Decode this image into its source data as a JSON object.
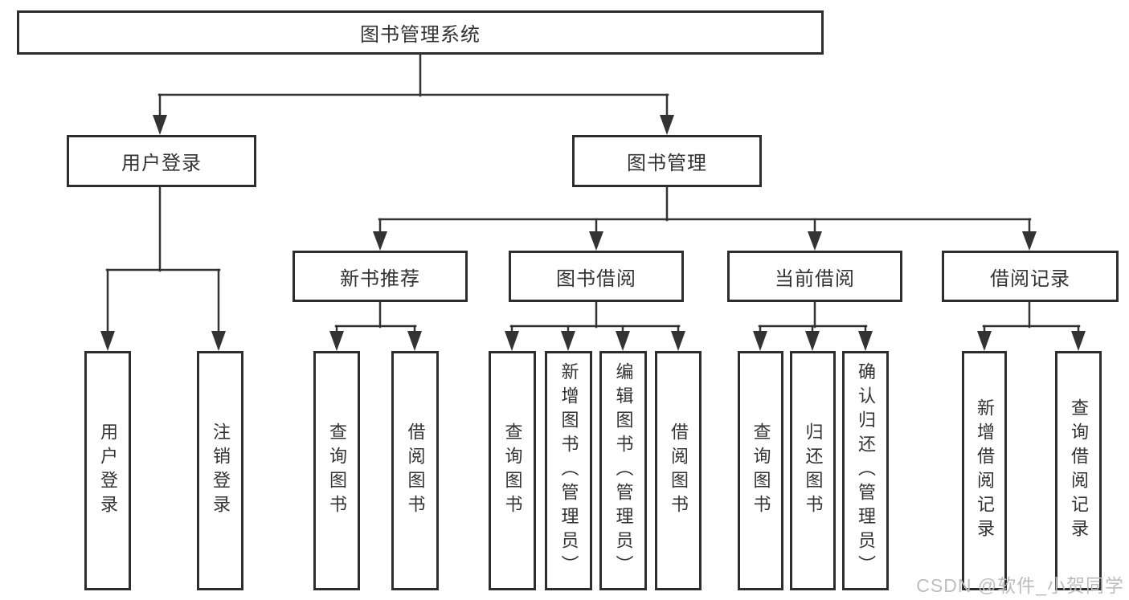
{
  "tree": {
    "label": "图书管理系统",
    "children": [
      {
        "label": "用户登录",
        "children": [
          {
            "label": "用户登录"
          },
          {
            "label": "注销登录"
          }
        ]
      },
      {
        "label": "图书管理",
        "children": [
          {
            "label": "新书推荐",
            "children": [
              {
                "label": "查询图书"
              },
              {
                "label": "借阅图书"
              }
            ]
          },
          {
            "label": "图书借阅",
            "children": [
              {
                "label": "查询图书"
              },
              {
                "label": "新增图书（管理员）"
              },
              {
                "label": "编辑图书（管理员）"
              },
              {
                "label": "借阅图书"
              }
            ]
          },
          {
            "label": "当前借阅",
            "children": [
              {
                "label": "查询图书"
              },
              {
                "label": "归还图书"
              },
              {
                "label": "确认归还（管理员）"
              }
            ]
          },
          {
            "label": "借阅记录",
            "children": [
              {
                "label": "新增借阅记录"
              },
              {
                "label": "查询借阅记录"
              }
            ]
          }
        ]
      }
    ]
  },
  "watermark": {
    "text": "CSDN @软件_小贺同学"
  },
  "colors": {
    "line": "#333333",
    "box_border": "#2d2d2d",
    "box_fill": "#ffffff",
    "text": "#333333",
    "watermark": "#bdbdbd"
  }
}
